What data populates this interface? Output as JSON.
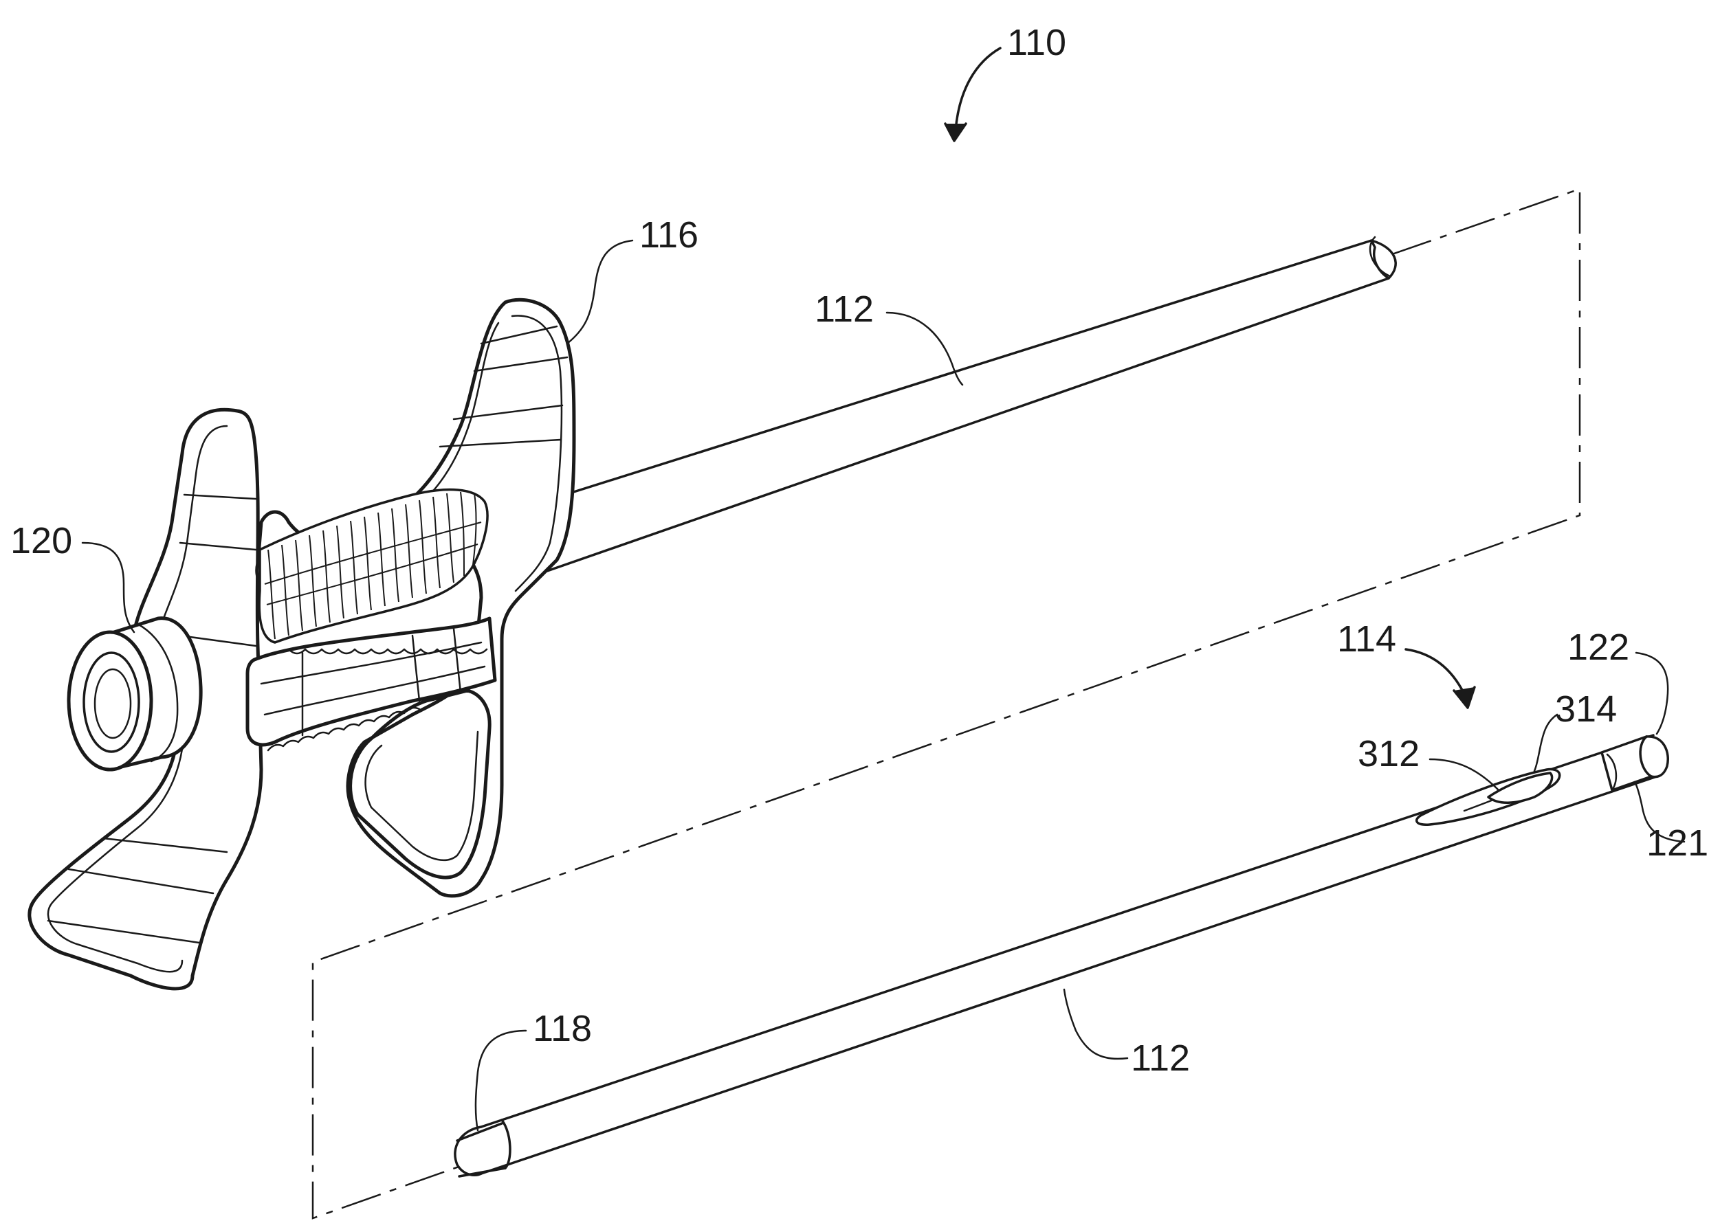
{
  "figure": {
    "labels": {
      "r110": "110",
      "r116": "116",
      "r112_top": "112",
      "r120": "120",
      "r114": "114",
      "r122": "122",
      "r314": "314",
      "r312": "312",
      "r121": "121",
      "r118": "118",
      "r112_bottom": "112"
    }
  },
  "colors": {
    "ink": "#1a1a1a",
    "background": "#ffffff"
  }
}
